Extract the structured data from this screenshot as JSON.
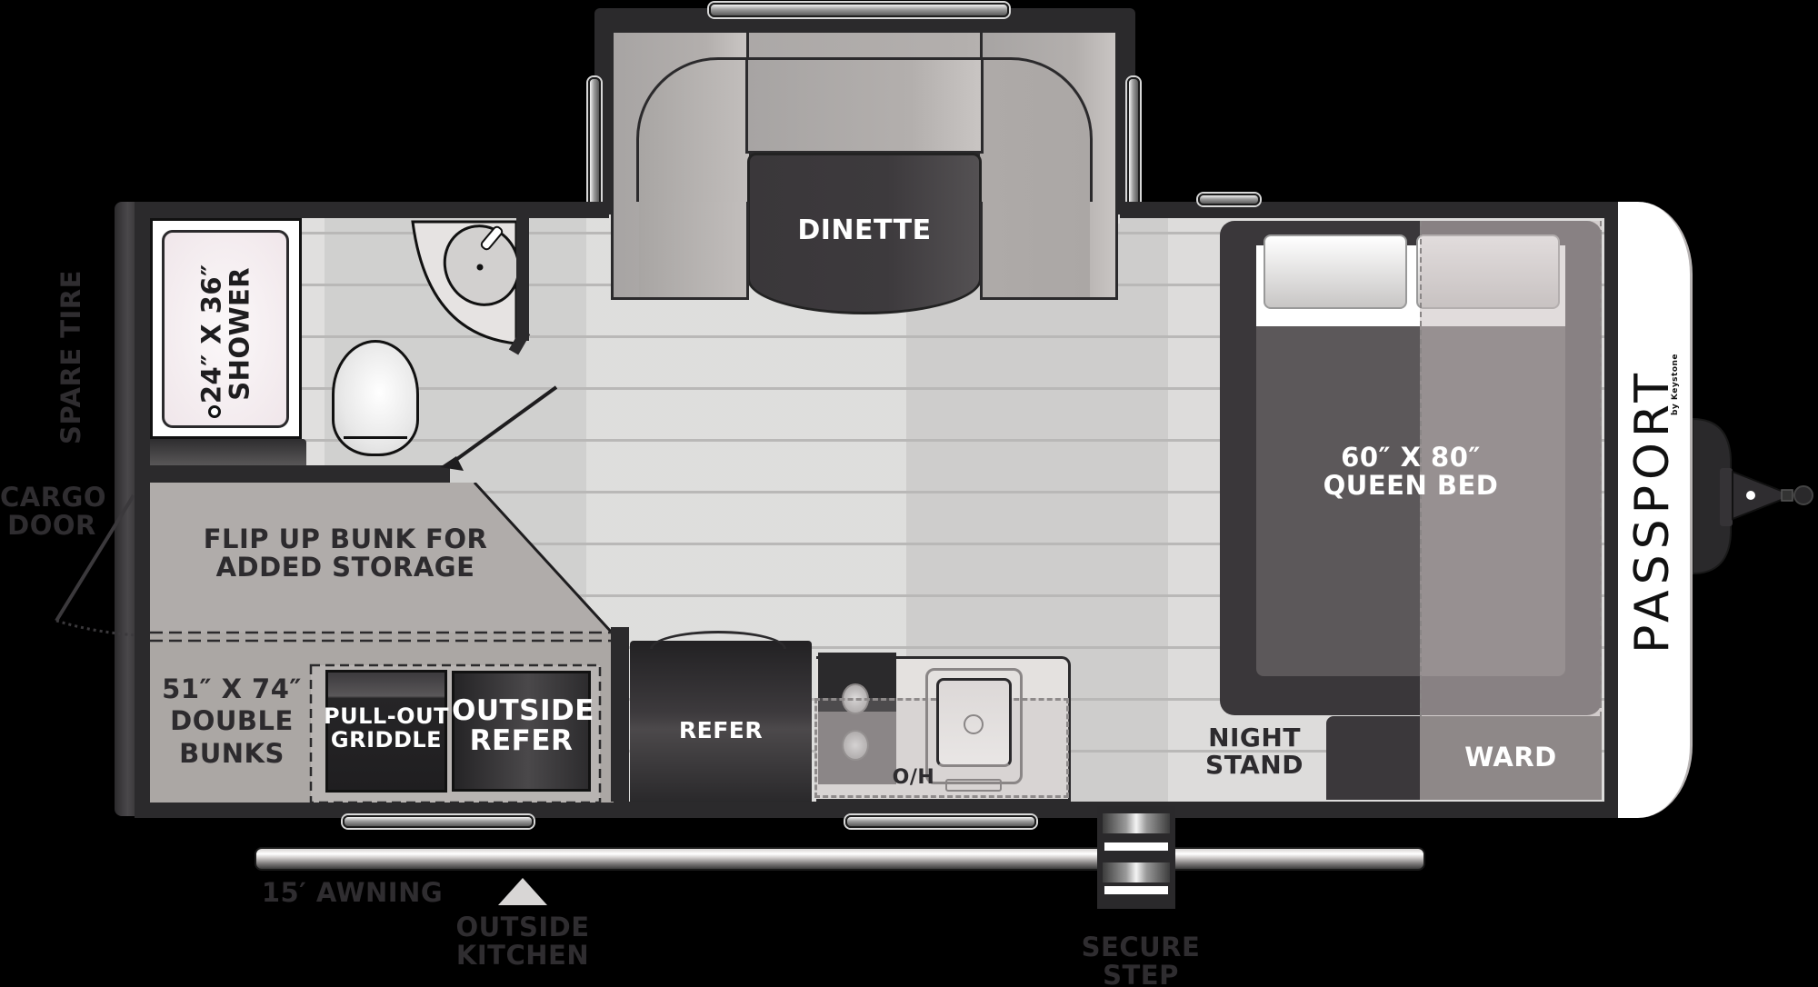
{
  "floorplan": {
    "brand": {
      "name": "PASSPORT",
      "subtitle": "by Keystone"
    },
    "rooms": {
      "shower": {
        "size": "24″ X 36″",
        "name": "SHOWER"
      },
      "dinette": {
        "name": "DINETTE"
      },
      "bed": {
        "size": "60″ X 80″",
        "name": "QUEEN BED"
      },
      "flip_bunk": {
        "line1": "FLIP UP BUNK FOR",
        "line2": "ADDED STORAGE"
      },
      "bunks": {
        "size": "51″ X 74″",
        "line2": "DOUBLE",
        "line3": "BUNKS"
      },
      "griddle": {
        "line1": "PULL-OUT",
        "line2": "GRIDDLE"
      },
      "outside_refer": {
        "line1": "OUTSIDE",
        "line2": "REFER"
      },
      "refer": {
        "name": "REFER"
      },
      "overhead": {
        "name": "O/H"
      },
      "night_stand": {
        "line1": "NIGHT",
        "line2": "STAND"
      },
      "wardrobe": {
        "name": "WARD"
      }
    },
    "exterior_labels": {
      "spare_tire": "SPARE TIRE",
      "cargo_door": {
        "line1": "CARGO",
        "line2": "DOOR"
      },
      "awning": "15′ AWNING",
      "outside_kitchen": {
        "line1": "OUTSIDE",
        "line2": "KITCHEN"
      },
      "secure_step": "SECURE STEP"
    },
    "colors": {
      "background": "#000000",
      "wall": "#2b2a2c",
      "floor": "#d9d8d7",
      "cabinet_dark": "#3b383b",
      "upholstery": "#aeaaa8",
      "bunk_fill": "#aaa6a3",
      "shower_fill": "#f2eaee",
      "front_cap": "#ffffff",
      "label_dark": "#2d2b2e"
    }
  }
}
